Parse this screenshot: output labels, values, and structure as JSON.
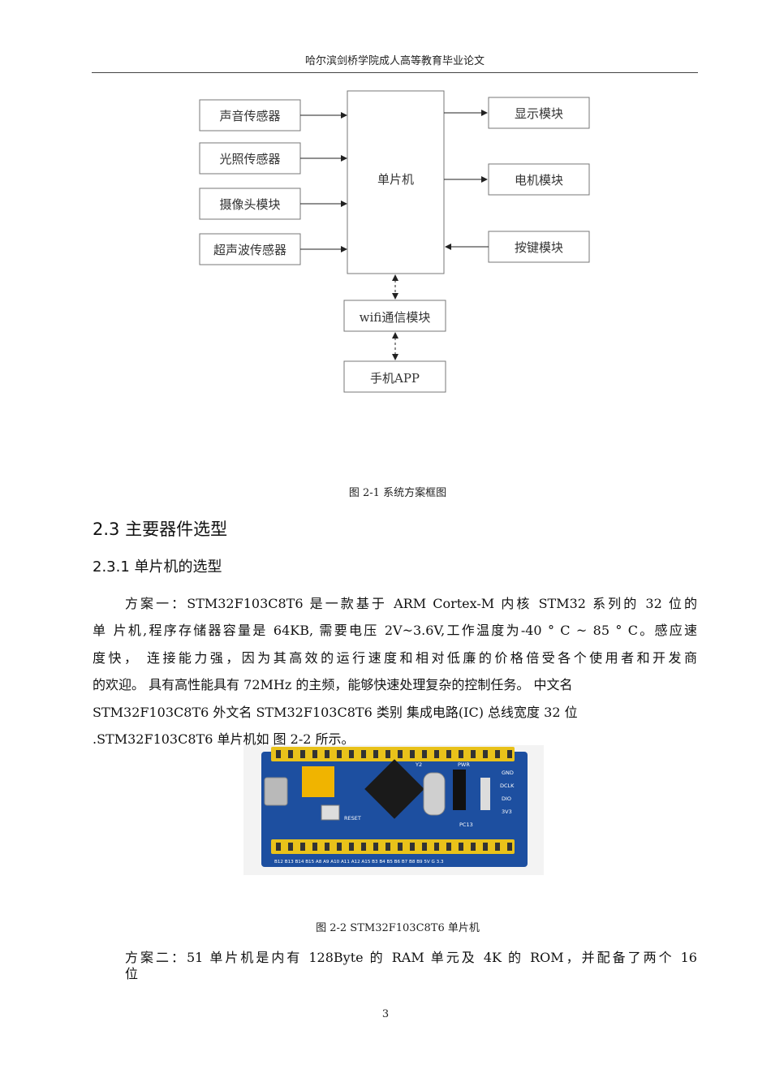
{
  "header": {
    "title": "哈尔滨剑桥学院成人高等教育毕业论文"
  },
  "diagram": {
    "inputs": [
      "声音传感器",
      "光照传感器",
      "摄像头模块",
      "超声波传感器"
    ],
    "mcu": "单片机",
    "outputs": [
      "显示模块",
      "电机模块"
    ],
    "keypad": "按键模块",
    "wifi": "wifi通信模块",
    "app": "手机APP",
    "caption": "图  2-1  系统方案框图"
  },
  "section": {
    "heading": "2.3  主要器件选型",
    "subheading": "2.3.1  单片机的选型"
  },
  "paragraph1": {
    "lines": [
      "方案一：STM32F103C8T6  是一款基于  ARM Cortex-M   内核  STM32 系列的  32 位的",
      "单  片机,程序存储器容量是  64KB, 需要电压  2V~3.6V,工作温度为-40 ° C ~ 85 ° C。感应速",
      "度快，   连接能力强，因为其高效的运行速度和相对低廉的价格倍受各个使用者和开发商",
      "的欢迎。  具有高性能具有 72MHz 的主频，能够快速处理复杂的控制任务。  中文名",
      "STM32F103C8T6  外文名  STM32F103C8T6  类别  集成电路(IC)  总线宽度  32 位",
      ".STM32F103C8T6 单片机如  图  2-2 所示。"
    ]
  },
  "board": {
    "silk_labels": [
      "Y2",
      "PWR",
      "RESET",
      "GND",
      "DCLK",
      "DIO",
      "3V3",
      "PC13"
    ],
    "bottom_pins": "B12 B13 B14 B15 A8  A9  A10 A11 A12 A15 B3  B4  B5  B6  B7  B8  B9  5V   G   3.3"
  },
  "figure2_caption": "图  2-2 STM32F103C8T6 单片机",
  "paragraph2": {
    "line1": "方案二：51 单片机是内有  128Byte  的  RAM 单元及  4K  的  ROM，并配备了两个  16",
    "line2": "位"
  },
  "page_number": "3"
}
